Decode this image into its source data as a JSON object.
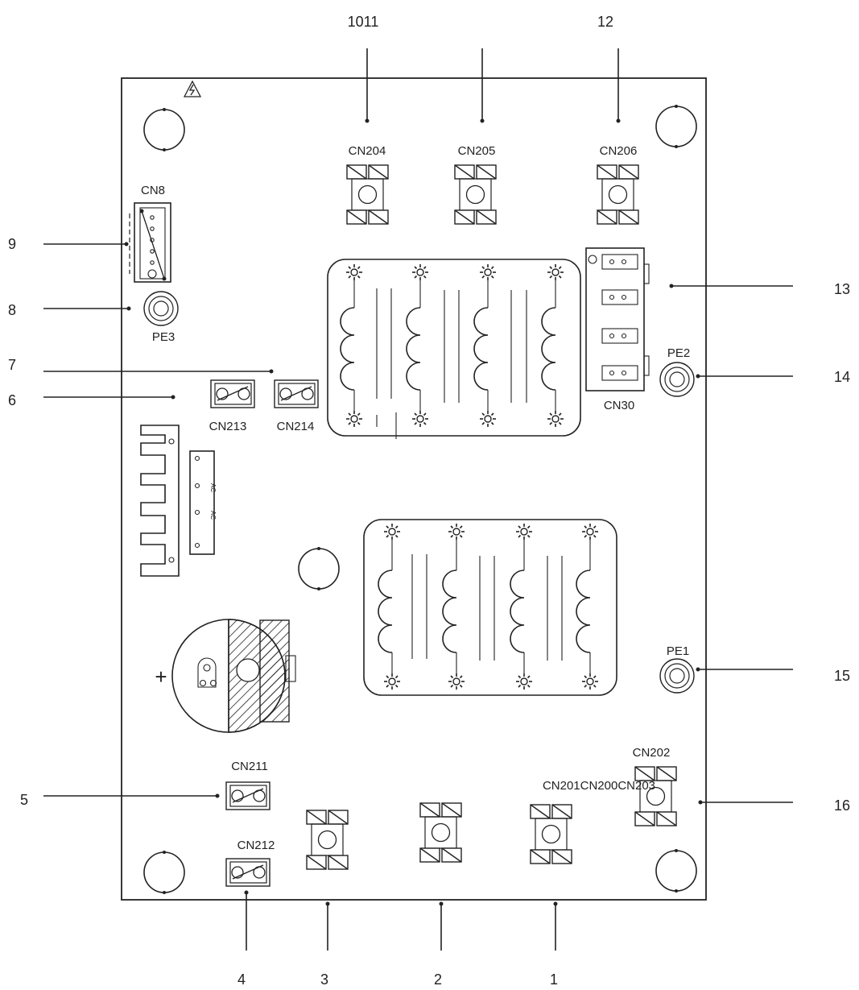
{
  "callouts": {
    "c1": "1",
    "c2": "2",
    "c3": "3",
    "c4": "4",
    "c5": "5",
    "c6": "6",
    "c7": "7",
    "c8": "8",
    "c9": "9",
    "c1011": "1011",
    "c12": "12",
    "c13": "13",
    "c14": "14",
    "c15": "15",
    "c16": "16"
  },
  "connectors": {
    "cn8": "CN8",
    "pe3": "PE3",
    "cn213": "CN213",
    "cn214": "CN214",
    "cn204": "CN204",
    "cn205": "CN205",
    "cn206": "CN206",
    "cn30": "CN30",
    "pe2": "PE2",
    "pe1": "PE1",
    "cn202": "CN202",
    "cn201_200_203": "CN201CN200CN203",
    "cn211": "CN211",
    "cn212": "CN212"
  },
  "plus_sign": "+"
}
